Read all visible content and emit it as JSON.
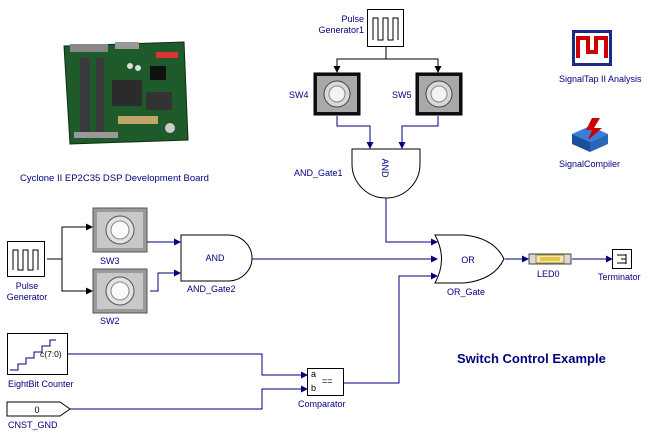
{
  "diagram_title": "Switch Control Example",
  "board": {
    "label": "Cyclone II EP2C35 DSP Development Board"
  },
  "tools": {
    "signaltap": {
      "label": "SignalTap II Analysis",
      "color": "#cc0000"
    },
    "signalcompiler": {
      "label": "SignalCompiler",
      "color": "#1a5fb4"
    }
  },
  "blocks": {
    "pulse_gen1": {
      "label": "Pulse Generator1"
    },
    "pulse_gen": {
      "label_line1": "Pulse",
      "label_line2": "Generator"
    },
    "sw4": {
      "label": "SW4"
    },
    "sw5": {
      "label": "SW5"
    },
    "sw3": {
      "label": "SW3"
    },
    "sw2": {
      "label": "SW2"
    },
    "and_gate1": {
      "label": "AND_Gate1",
      "text": "AND"
    },
    "and_gate2": {
      "label": "AND_Gate2",
      "text": "AND"
    },
    "or_gate": {
      "label": "OR_Gate",
      "text": "OR"
    },
    "led0": {
      "label": "LED0"
    },
    "terminator": {
      "label": "Terminator"
    },
    "counter": {
      "label": "EightBit Counter",
      "port": "c(7:0)"
    },
    "comparator": {
      "label": "Comparator",
      "port_a": "a",
      "port_b": "b",
      "op": "=="
    },
    "const": {
      "label": "CNST_GND",
      "value": "0"
    }
  },
  "colors": {
    "wire": "#000080",
    "label": "#000080"
  }
}
